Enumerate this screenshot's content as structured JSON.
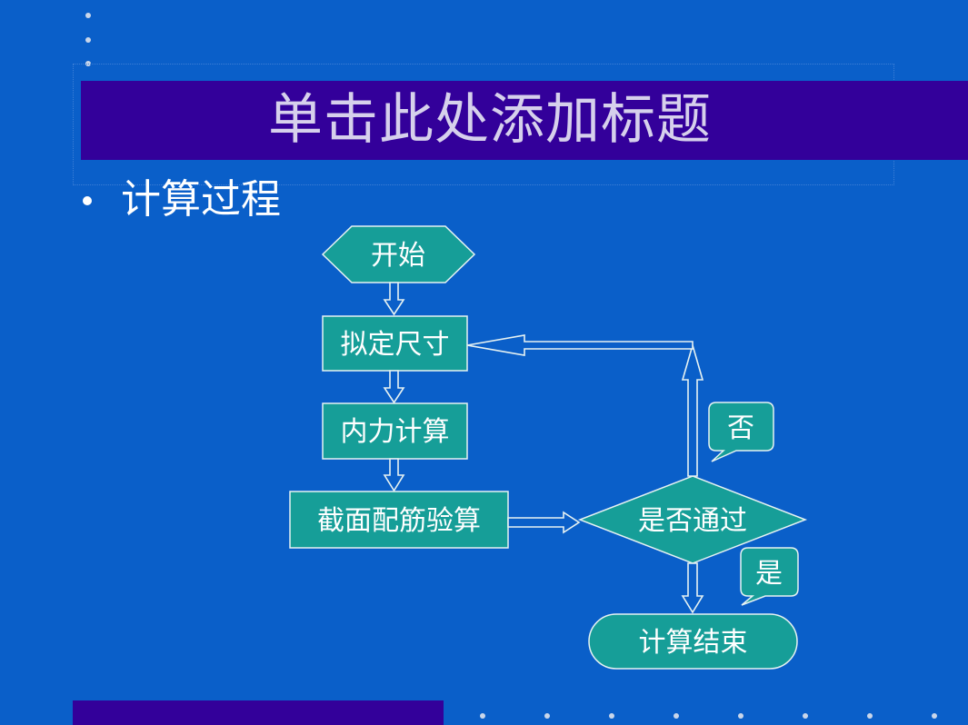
{
  "slide": {
    "title": "单击此处添加标题",
    "bullet": "计算过程"
  },
  "flowchart": {
    "start": "开始",
    "step1": "拟定尺寸",
    "step2": "内力计算",
    "step3": "截面配筋验算",
    "decision": "是否通过",
    "no_label": "否",
    "yes_label": "是",
    "end": "计算结束"
  },
  "colors": {
    "background": "#0a5fc9",
    "title_band": "#33009a",
    "node_fill": "#169e98",
    "node_stroke": "#e6f2f2"
  }
}
